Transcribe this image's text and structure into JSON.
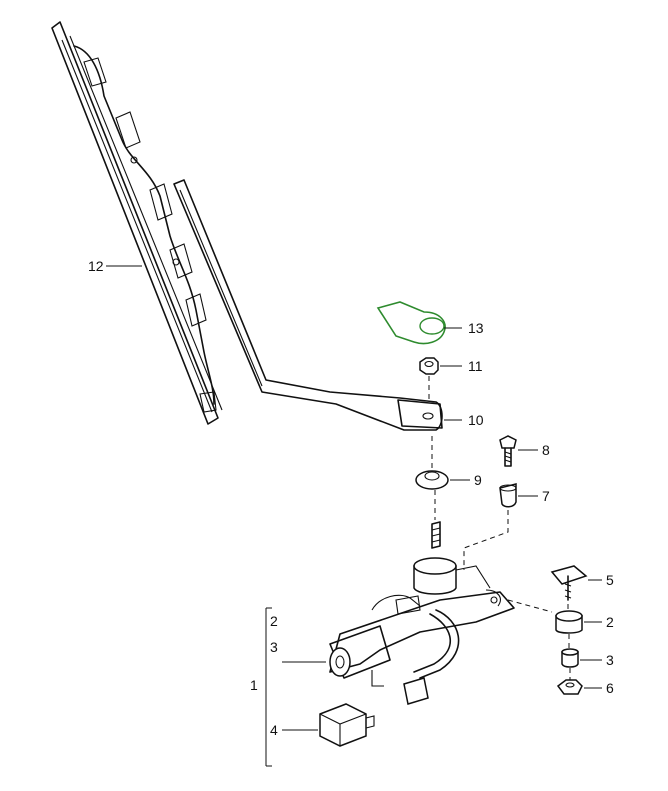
{
  "highlight_color": "#2e8b2e",
  "callouts": {
    "c1": "1",
    "c2": "2",
    "c2b": "2",
    "c3": "3",
    "c3b": "3",
    "c4": "4",
    "c5": "5",
    "c6": "6",
    "c7": "7",
    "c8": "8",
    "c9": "9",
    "c10": "10",
    "c11": "11",
    "c12": "12",
    "c13": "13"
  }
}
